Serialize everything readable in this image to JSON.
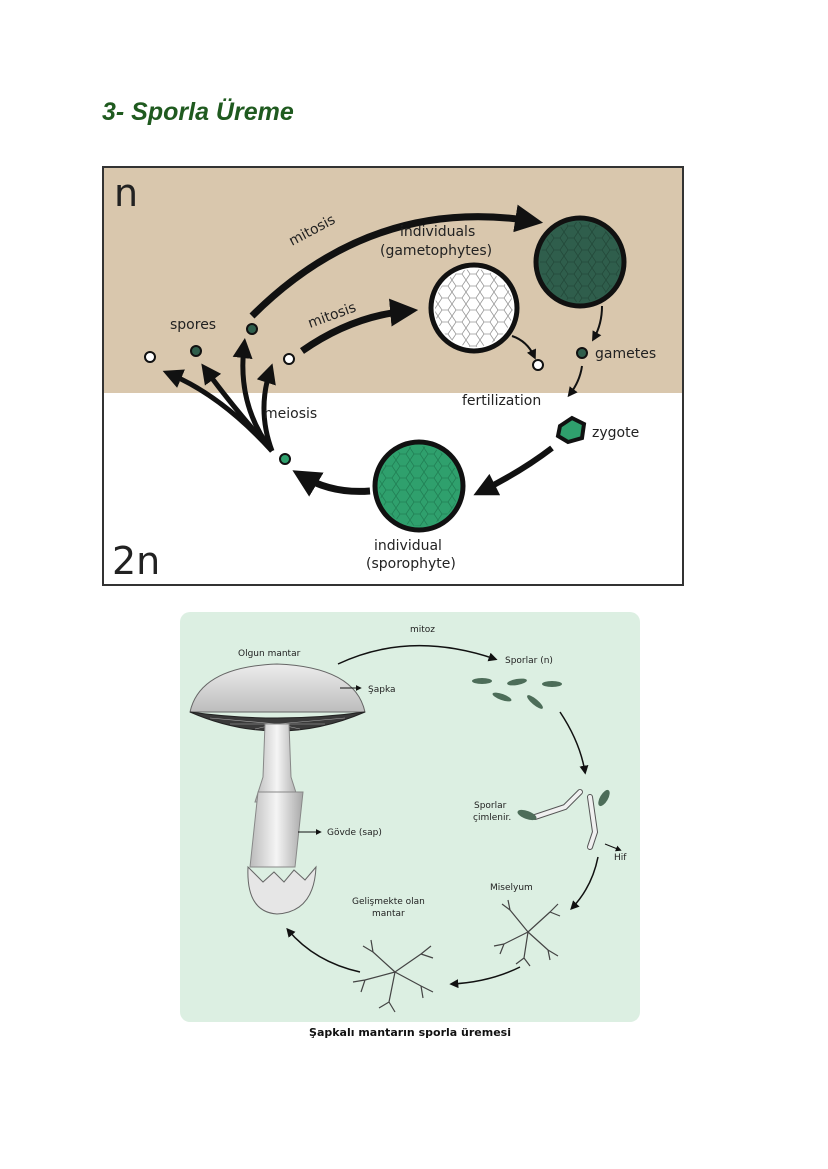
{
  "heading": "3- Sporla Üreme",
  "colors": {
    "heading": "#1f5a1f",
    "haploid_bg": "#d9c7ad",
    "gametophyte_dark": "#2f5e4c",
    "sporophyte_green": "#2fa06d",
    "mushroom_panel_bg": "#dcefe2"
  },
  "life_cycle": {
    "haploid_label": "n",
    "diploid_label": "2n",
    "mitosis_upper": "mitosis",
    "mitosis_lower": "mitosis",
    "gametophytes_line1": "individuals",
    "gametophytes_line2": "(gametophytes)",
    "spores": "spores",
    "gametes": "gametes",
    "fertilization": "fertilization",
    "zygote": "zygote",
    "meiosis": "meiosis",
    "sporophyte_line1": "individual",
    "sporophyte_line2": "(sporophyte)"
  },
  "mushroom_cycle": {
    "mature": "Olgun mantar",
    "cap": "Şapka",
    "stem": "Gövde (sap)",
    "mitosis": "mitoz",
    "spores": "Sporlar (n)",
    "germinate_line1": "Sporlar",
    "germinate_line2": "çimlenir.",
    "hypha": "Hif",
    "mycelium": "Miselyum",
    "developing_line1": "Gelişmekte olan",
    "developing_line2": "mantar",
    "caption": "Şapkalı mantarın sporla üremesi"
  }
}
